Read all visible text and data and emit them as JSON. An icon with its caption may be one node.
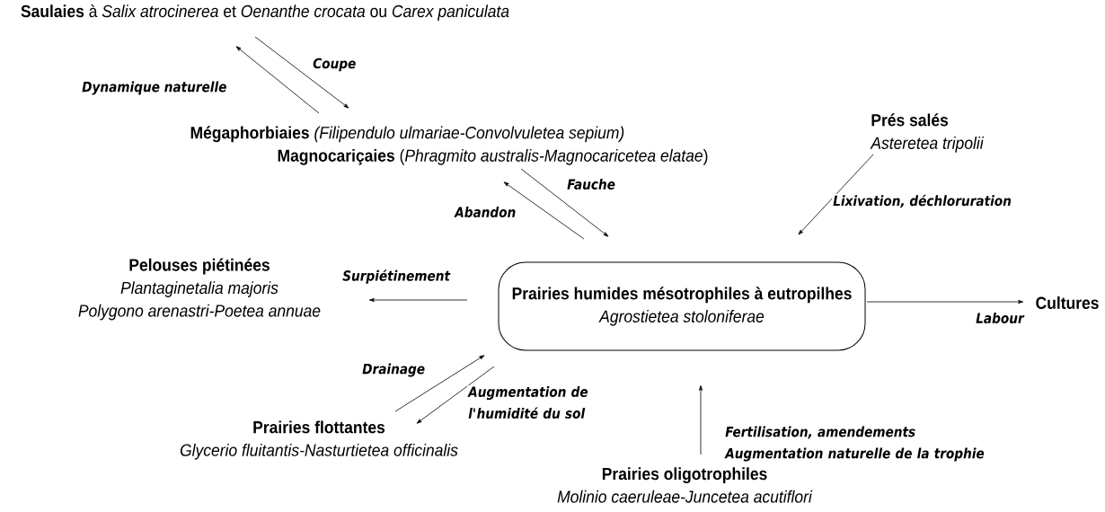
{
  "diagram": {
    "nodes": [
      {
        "text": [
          "**Saulaies** à *Salix atrocinerea* et *Oenanthe crocata* ou *Carex paniculata*"
        ]
      },
      {
        "text": [
          "**Mégaphorbiaies** *(Filipendulo ulmariae-Convolvuletea sepium)*",
          "**Magnocariçaies** (*Phragmito australis-Magnocaricetea elatae*)"
        ]
      },
      {
        "text": [
          "Prés salés",
          "Asteretea tripolii"
        ]
      },
      {
        "text": [
          "Pelouses piétinées",
          "Plantaginetalia majoris",
          "Polygono arenastri-Poetea annuae"
        ]
      },
      {
        "text": [
          "Prairies humides mésotrophiles à eutropilhes",
          "Agrostietea stoloniferae"
        ]
      },
      {
        "text": [
          "Cultures"
        ]
      },
      {
        "text": [
          "Prairies flottantes",
          "Glycerio fluitantis-Nasturtietea officinalis"
        ]
      },
      {
        "text": [
          "Prairies oligotrophiles",
          "Molinio caeruleae-Juncetea acutiflori"
        ]
      }
    ],
    "edges": [
      {
        "from": 0,
        "to": 1,
        "arrow": "to",
        "label": "Coupe"
      },
      {
        "from": 1,
        "to": 0,
        "arrow": "to",
        "label": "Dynamique naturelle"
      },
      {
        "from": 1,
        "to": 4,
        "arrow": "to",
        "label": "Fauche"
      },
      {
        "from": 4,
        "to": 1,
        "arrow": "to",
        "label": "Abandon"
      },
      {
        "from": 2,
        "to": 4,
        "arrow": "to",
        "label": "Lixivation, déchloruration"
      },
      {
        "from": 4,
        "to": 3,
        "arrow": "to",
        "label": "Surpiétinement"
      },
      {
        "from": 4,
        "to": 5,
        "arrow": "to",
        "label": "Labour"
      },
      {
        "from": 6,
        "to": 4,
        "arrow": "to",
        "label": "Drainage"
      },
      {
        "from": 4,
        "to": 6,
        "arrow": "to",
        "label": "Augmentation de l'humidité du sol"
      },
      {
        "from": 7,
        "to": 4,
        "arrow": "to",
        "label": "Fertilisation, amendements Augmentation naturelle de la trophie"
      }
    ]
  }
}
